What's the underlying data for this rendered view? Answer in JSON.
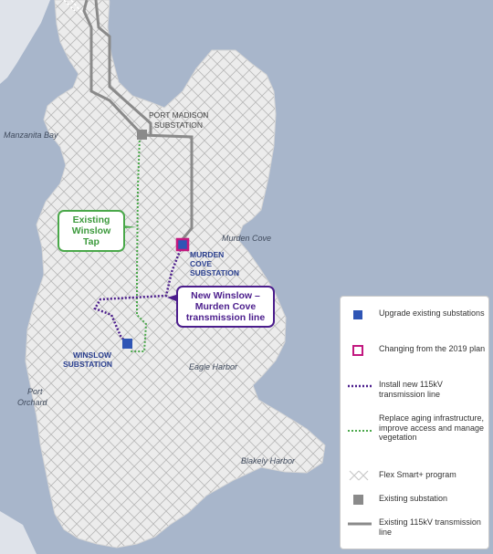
{
  "map": {
    "colors": {
      "water": "#a8b6cb",
      "land": "#ececec",
      "crosshatch": "#b9b9b9",
      "existing_line": "#8a8a8a",
      "new_line": "#4b1d8c",
      "replace_line": "#4aa84a",
      "upgrade_substation": "#2f55b5",
      "changing_marker": "#c2177f"
    },
    "water_labels": {
      "manzanita_bay": "Manzanita Bay",
      "murden_cove": "Murden Cove",
      "eagle_harbor": "Eagle Harbor",
      "port_orchard_1": "Port",
      "port_orchard_2": "Orchard",
      "blakely_harbor": "Blakely Harbor"
    },
    "substations": {
      "port_madison_1": "PORT MADISON",
      "port_madison_2": "SUBSTATION",
      "murden_1": "MURDEN",
      "murden_2": "COVE",
      "murden_3": "SUBSTATION",
      "winslow_1": "WINSLOW",
      "winslow_2": "SUBSTATION"
    },
    "callouts": {
      "existing_tap_1": "Existing",
      "existing_tap_2": "Winslow Tap",
      "new_line_1": "New Winslow –",
      "new_line_2": "Murden Cove",
      "new_line_3": "transmission line"
    }
  },
  "legend": {
    "items": [
      {
        "symbol": "blue-square-icon",
        "text": "Upgrade existing substations"
      },
      {
        "symbol": "magenta-outline-square-icon",
        "text": "Changing from the 2019 plan"
      },
      {
        "symbol": "purple-dotted-line-icon",
        "text": "Install new 115kV transmission line"
      },
      {
        "symbol": "green-dotted-line-icon",
        "text": "Replace aging infrastructure, improve access and manage vegetation"
      },
      {
        "symbol": "crosshatch-icon",
        "text": "Flex Smart+ program"
      },
      {
        "symbol": "gray-square-icon",
        "text": "Existing substation"
      },
      {
        "symbol": "gray-solid-line-icon",
        "text": "Existing 115kV transmission line"
      }
    ]
  }
}
